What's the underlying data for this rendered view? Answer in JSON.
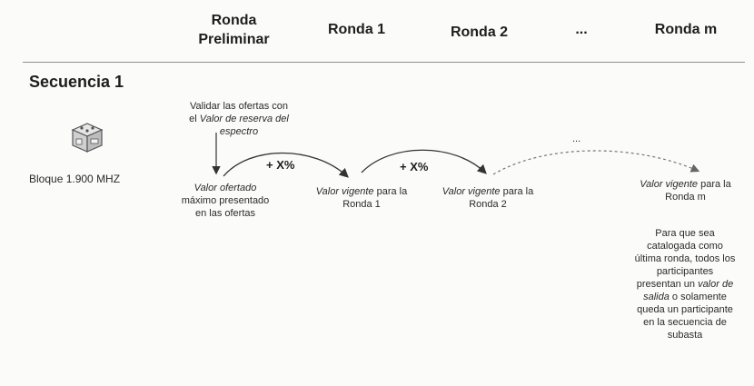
{
  "header": {
    "col_pre_line1": "Ronda",
    "col_pre_line2": "Preliminar",
    "col_r1": "Ronda 1",
    "col_r2": "Ronda 2",
    "col_dots": "...",
    "col_rm": "Ronda m"
  },
  "sequence": {
    "title": "Secuencia 1",
    "block_label": "Bloque 1.900 MHZ",
    "icon": "box-icon"
  },
  "validate": {
    "line1": "Validar las ofertas con",
    "line2_pre": "el ",
    "line2_italic": "Valor de reserva del",
    "line3_italic": "espectro"
  },
  "nodes": {
    "pre_italic": "Valor ofertado",
    "pre_line2": "máximo presentado",
    "pre_line3": "en las ofertas",
    "r1_italic": "Valor vigente",
    "r1_rest": " para la",
    "r1_line2": "Ronda 1",
    "r2_italic": "Valor vigente",
    "r2_rest": " para la",
    "r2_line2": "Ronda 2",
    "rm_italic": "Valor vigente",
    "rm_rest": " para la",
    "rm_line2": "Ronda m"
  },
  "increments": {
    "first": "+ X%",
    "second": "+ X%",
    "dots": "..."
  },
  "note": {
    "l1": "Para que sea",
    "l2": "catalogada como",
    "l3": "última ronda, todos los",
    "l4": "participantes",
    "l5_pre": "presentan un ",
    "l5_italic": "valor de",
    "l6_italic": "salida",
    "l6_rest": " o solamente",
    "l7": "queda un participante",
    "l8": "en la secuencia de",
    "l9": "subasta"
  },
  "colors": {
    "line": "#8f8f8f",
    "arrow": "#333333",
    "dashed": "#777777"
  }
}
